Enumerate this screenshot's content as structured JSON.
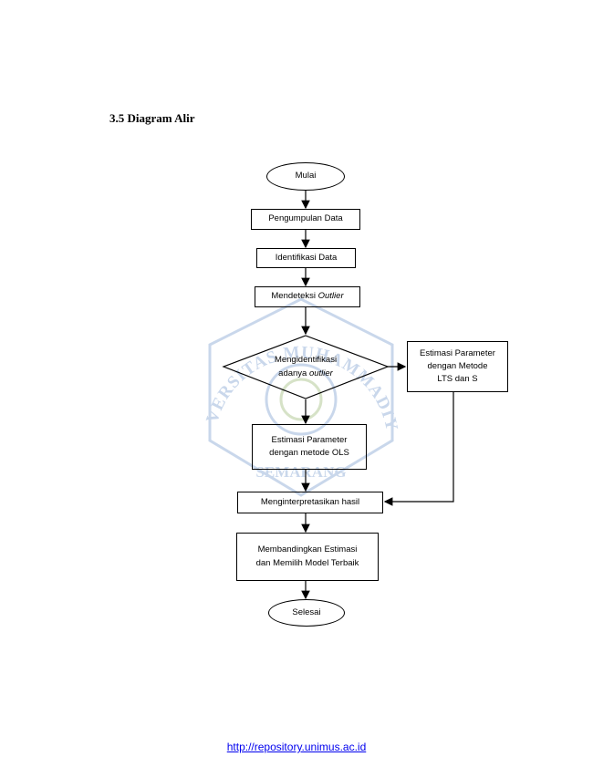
{
  "section_heading": "3.5 Diagram Alir",
  "watermark": {
    "arc_text": "UNIVERSITAS MUHAMMADIYAH",
    "bottom_text": "SEMARANG",
    "color": "#3f72b8"
  },
  "flowchart": {
    "start": "Mulai",
    "step1": "Pengumpulan Data",
    "step2": "Identifikasi Data",
    "step3_prefix": "Mendeteksi",
    "step3_italic": "Outlier",
    "decision_line1": "Mengidentifikasi",
    "decision_line2_prefix": "adanya",
    "decision_line2_italic": "outlier",
    "branch_right_line1": "Estimasi Parameter",
    "branch_right_line2": "dengan Metode",
    "branch_right_line3": "LTS dan S",
    "branch_down_line1": "Estimasi Parameter",
    "branch_down_line2": "dengan metode OLS",
    "step_interpret": "Menginterpretasikan hasil",
    "step_compare_line1": "Membandingkan Estimasi",
    "step_compare_line2": "dan Memilih Model Terbaik",
    "end": "Selesai"
  },
  "footer_link": "http://repository.unimus.ac.id"
}
